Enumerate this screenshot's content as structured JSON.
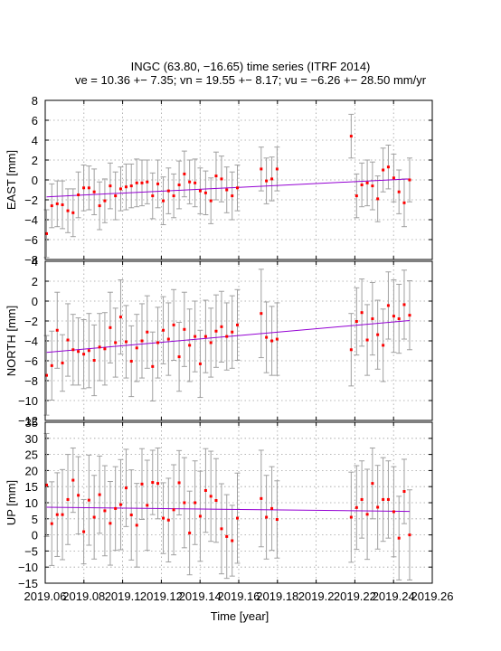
{
  "title": "INGC (63.80, −16.65) time series (ITRF 2014)",
  "subtitle": "ve = 10.36 +− 7.35; vn = 19.55 +− 8.17; vu = −6.26 +− 28.50 mm/yr",
  "xlabel": "Time [year]",
  "x_ticks": [
    "2019.06",
    "2019.08",
    "2019.1",
    "2019.12",
    "2019.14",
    "2019.16",
    "2019.18",
    "2019.2",
    "2019.22",
    "2019.24",
    "2019.26"
  ],
  "colors": {
    "points": "#ff0000",
    "errorbars": "#a0a0a0",
    "trend": "#9400d3",
    "grid": "#a0a0a0"
  },
  "chart_data": [
    {
      "type": "scatter",
      "ylabel": "EAST [mm]",
      "xlim": [
        2019.06,
        2019.26
      ],
      "ylim": [
        -8,
        8
      ],
      "y_ticks": [
        "−8",
        "−6",
        "−4",
        "−2",
        "0",
        "2",
        "4",
        "6",
        "8"
      ],
      "grid": true,
      "x": [
        2019.0607,
        2019.0634,
        2019.0662,
        2019.0689,
        2019.0717,
        2019.0744,
        2019.0771,
        2019.0799,
        2019.0826,
        2019.0853,
        2019.0881,
        2019.0908,
        2019.0936,
        2019.0963,
        2019.099,
        2019.1018,
        2019.1045,
        2019.1073,
        2019.11,
        2019.1127,
        2019.1155,
        2019.1182,
        2019.121,
        2019.1237,
        2019.1264,
        2019.1292,
        2019.1319,
        2019.1346,
        2019.1374,
        2019.1401,
        2019.1429,
        2019.1456,
        2019.1483,
        2019.1511,
        2019.1538,
        2019.1566,
        2019.1593,
        2019.1716,
        2019.1743,
        2019.1771,
        2019.1798,
        2019.2181,
        2019.2209,
        2019.2236,
        2019.2264,
        2019.2291,
        2019.2318,
        2019.2346,
        2019.2373,
        2019.2401,
        2019.2428,
        2019.2455,
        2019.2483
      ],
      "y": [
        -5.4,
        -2.6,
        -2.4,
        -2.5,
        -3.1,
        -3.3,
        -1.5,
        -0.8,
        -0.8,
        -1.2,
        -2.6,
        -2.1,
        -0.6,
        -1.6,
        -0.9,
        -0.7,
        -0.6,
        -0.3,
        -0.3,
        -0.2,
        -1.6,
        -0.4,
        -2.1,
        -1.1,
        -1.6,
        -0.5,
        0.6,
        -0.2,
        -0.3,
        -1.1,
        -1.3,
        -2.1,
        0.4,
        0.1,
        -1.0,
        -1.6,
        -0.8,
        1.1,
        -0.1,
        0.1,
        1.1,
        4.4,
        -1.6,
        -0.5,
        -0.3,
        -0.6,
        -1.9,
        1.0,
        1.3,
        0.2,
        -1.2,
        -2.3,
        0.0
      ],
      "err": [
        2.4,
        2.2,
        2.3,
        2.4,
        2.2,
        2.4,
        2.3,
        2.3,
        2.2,
        2.3,
        2.4,
        2.2,
        2.3,
        2.4,
        2.2,
        2.3,
        2.2,
        2.4,
        2.3,
        2.2,
        2.3,
        2.4,
        2.4,
        2.3,
        2.2,
        2.4,
        2.3,
        2.2,
        2.4,
        2.3,
        2.2,
        2.3,
        2.4,
        2.3,
        2.3,
        2.4,
        2.3,
        2.2,
        2.3,
        2.2,
        2.2,
        2.2,
        2.2,
        2.2,
        2.3,
        2.4,
        2.3,
        2.2,
        2.2,
        2.4,
        2.2,
        2.4,
        2.2
      ],
      "trend": {
        "x": [
          2019.0607,
          2019.2483
        ],
        "y": [
          -1.7,
          0.1
        ]
      }
    },
    {
      "type": "scatter",
      "ylabel": "NORTH [mm]",
      "xlim": [
        2019.06,
        2019.26
      ],
      "ylim": [
        -12,
        6
      ],
      "y_ticks": [
        "−12",
        "−10",
        "−8",
        "−6",
        "−4",
        "−2",
        "0",
        "2",
        "4"
      ],
      "grid": true,
      "x": [
        2019.0607,
        2019.0634,
        2019.0662,
        2019.0689,
        2019.0717,
        2019.0744,
        2019.0771,
        2019.0799,
        2019.0826,
        2019.0853,
        2019.0881,
        2019.0908,
        2019.0936,
        2019.0963,
        2019.099,
        2019.1018,
        2019.1045,
        2019.1073,
        2019.11,
        2019.1127,
        2019.1155,
        2019.1182,
        2019.121,
        2019.1237,
        2019.1264,
        2019.1292,
        2019.1319,
        2019.1346,
        2019.1374,
        2019.1401,
        2019.1429,
        2019.1456,
        2019.1483,
        2019.1511,
        2019.1538,
        2019.1566,
        2019.1593,
        2019.1716,
        2019.1743,
        2019.1771,
        2019.1798,
        2019.2181,
        2019.2209,
        2019.2236,
        2019.2264,
        2019.2291,
        2019.2318,
        2019.2346,
        2019.2373,
        2019.2401,
        2019.2428,
        2019.2455,
        2019.2483
      ],
      "y": [
        -6.9,
        -5.8,
        -1.8,
        -5.5,
        -2.9,
        -4.0,
        -4.2,
        -4.5,
        -4.1,
        -5.2,
        -3.7,
        -3.9,
        -1.5,
        -3.2,
        -0.3,
        -3.1,
        -5.3,
        -3.8,
        -3.0,
        -2.0,
        -5.9,
        -3.2,
        -1.8,
        -2.8,
        -1.2,
        -4.8,
        -1.7,
        -3.5,
        -2.5,
        -5.6,
        -2.5,
        -3.2,
        -1.9,
        -1.4,
        -2.5,
        -2.0,
        -1.2,
        0.1,
        -2.6,
        -3.0,
        -2.8,
        -4.0,
        -0.8,
        0.2,
        -2.9,
        -0.5,
        -2.3,
        -3.5,
        1.0,
        -0.2,
        -0.5,
        1.1,
        -0.1
      ],
      "err": [
        4.5,
        3.9,
        4.3,
        3.2,
        4.1,
        4.0,
        3.8,
        3.9,
        4.2,
        4.0,
        3.8,
        4.1,
        4.0,
        3.9,
        4.2,
        4.1,
        4.0,
        3.8,
        4.2,
        4.1,
        3.9,
        4.0,
        3.8,
        4.1,
        4.0,
        3.9,
        4.2,
        4.1,
        4.0,
        3.8,
        4.1,
        3.9,
        4.1,
        4.0,
        3.8,
        4.1,
        4.0,
        5.0,
        4.0,
        3.9,
        4.1,
        4.1,
        3.8,
        3.8,
        4.0,
        4.1,
        3.9,
        4.1,
        3.8,
        4.1,
        3.9,
        3.9,
        3.9
      ],
      "trend": {
        "x": [
          2019.0607,
          2019.2483
        ],
        "y": [
          -4.3,
          -0.7
        ]
      }
    },
    {
      "type": "scatter",
      "ylabel": "UP [mm]",
      "xlim": [
        2019.06,
        2019.26
      ],
      "ylim": [
        -15,
        35
      ],
      "y_ticks": [
        "−15",
        "−10",
        "−5",
        "0",
        "5",
        "10",
        "15",
        "20",
        "25",
        "30",
        "35"
      ],
      "grid": true,
      "x": [
        2019.0607,
        2019.0634,
        2019.0662,
        2019.0689,
        2019.0717,
        2019.0744,
        2019.0771,
        2019.0799,
        2019.0826,
        2019.0853,
        2019.0881,
        2019.0908,
        2019.0936,
        2019.0963,
        2019.099,
        2019.1018,
        2019.1045,
        2019.1073,
        2019.11,
        2019.1127,
        2019.1155,
        2019.1182,
        2019.121,
        2019.1237,
        2019.1264,
        2019.1292,
        2019.1319,
        2019.1346,
        2019.1374,
        2019.1401,
        2019.1429,
        2019.1456,
        2019.1483,
        2019.1511,
        2019.1538,
        2019.1566,
        2019.1593,
        2019.1716,
        2019.1743,
        2019.1771,
        2019.1798,
        2019.2181,
        2019.2209,
        2019.2236,
        2019.2264,
        2019.2291,
        2019.2318,
        2019.2346,
        2019.2373,
        2019.2401,
        2019.2428,
        2019.2455,
        2019.2483
      ],
      "y": [
        15.5,
        3.5,
        6.3,
        6.3,
        11.0,
        17.0,
        12.3,
        1.0,
        10.8,
        5.5,
        12.5,
        7.5,
        3.6,
        8.2,
        9.4,
        14.6,
        6.2,
        3.0,
        15.8,
        9.2,
        16.3,
        16.0,
        5.2,
        4.6,
        7.8,
        16.2,
        10.0,
        0.6,
        10.0,
        5.8,
        13.8,
        12.0,
        10.7,
        1.9,
        -0.5,
        -1.8,
        5.2,
        11.3,
        5.5,
        8.2,
        4.8,
        5.5,
        8.5,
        11.0,
        6.4,
        16.0,
        8.6,
        11.0,
        11.0,
        7.2,
        -1.0,
        13.5,
        0.0
      ],
      "err": [
        16,
        13,
        13,
        14,
        14,
        10,
        12,
        10,
        14,
        13,
        12,
        14,
        13,
        13,
        14,
        12,
        14,
        13,
        11,
        14,
        10,
        11,
        11,
        13,
        14,
        10,
        14,
        13,
        13,
        14,
        13,
        14,
        13,
        14,
        13,
        11,
        14,
        15,
        13,
        13,
        12,
        14,
        13,
        12,
        14,
        11,
        13,
        13,
        12,
        14,
        13,
        10,
        14
      ],
      "trend": {
        "x": [
          2019.0607,
          2019.2483
        ],
        "y": [
          8.6,
          7.3
        ]
      }
    }
  ]
}
